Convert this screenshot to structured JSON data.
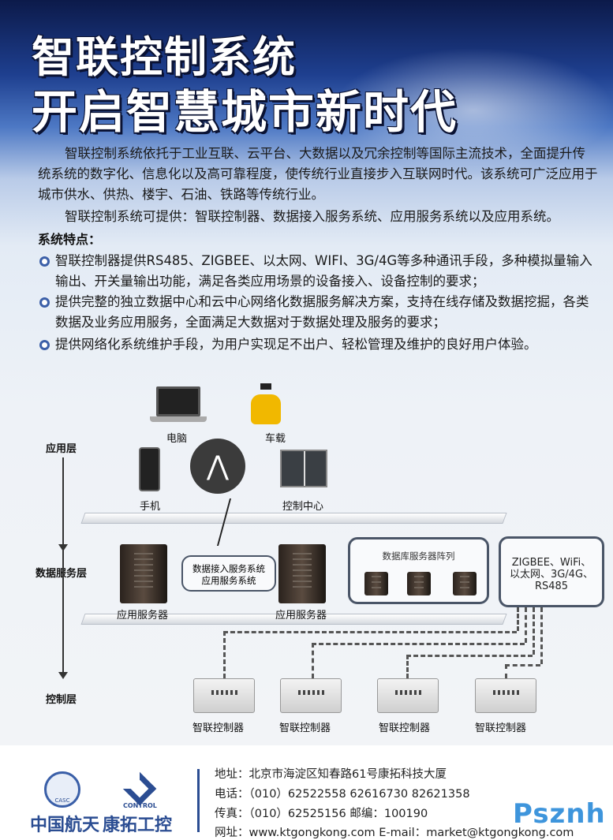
{
  "title": {
    "line1": "智联控制系统",
    "line2": "开启智慧城市新时代"
  },
  "intro": {
    "p1": "智联控制系统依托于工业互联、云平台、大数据以及冗余控制等国际主流技术，全面提升传统系统的数字化、信息化以及高可靠程度，使传统行业直接步入互联网时代。该系统可广泛应用于城市供水、供热、楼宇、石油、铁路等传统行业。",
    "p2": "智联控制系统可提供：智联控制器、数据接入服务系统、应用服务系统以及应用系统。"
  },
  "features": {
    "heading": "系统特点：",
    "items": [
      "智联控制器提供RS485、ZIGBEE、以太网、WIFI、3G/4G等多种通讯手段，多种模拟量输入输出、开关量输出功能，满足各类应用场景的设备接入、设备控制的要求；",
      "提供完整的独立数据中心和云中心网络化数据服务解决方案，支持在线存储及数据挖掘，各类数据及业务应用服务，全面满足大数据对于数据处理及服务的要求；",
      "提供网络化系统维护手段，为用户实现足不出户、轻松管理及维护的良好用户体验。"
    ]
  },
  "diagram": {
    "layers": [
      "应用层",
      "数据服务层",
      "控制层"
    ],
    "app": {
      "computer": "电脑",
      "car": "车载",
      "phone": "手机",
      "control_center": "控制中心"
    },
    "data": {
      "server_left": "应用服务器",
      "server_right": "应用服务器",
      "service_box": [
        "数据接入服务系统",
        "应用服务系统"
      ],
      "db_array": "数据库服务器阵列",
      "comm": [
        "ZIGBEE、WiFi、",
        "以太网、3G/4G、",
        "RS485"
      ]
    },
    "controllers": [
      "智联控制器",
      "智联控制器",
      "智联控制器",
      "智联控制器"
    ]
  },
  "footer": {
    "logo1": "中国航天",
    "logo1_badge": "CASC",
    "logo2": "康拓工控",
    "logo2_badge": "CONTROL",
    "address": "地址：北京市海淀区知春路61号康拓科技大厦",
    "phone": "电话：（010）62522558  62616730  82621358",
    "fax": "传真：（010）62525156  邮编：100190",
    "web": "网址：www.ktgongkong.com  E-mail：market@ktgongkong.com",
    "watermark": "Psznh"
  }
}
